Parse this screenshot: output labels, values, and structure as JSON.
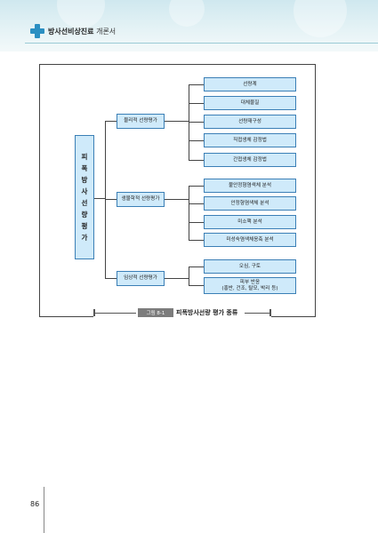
{
  "header": {
    "title_main": "방사선비상진료",
    "title_sub": "개론서"
  },
  "figure": {
    "root_chars": [
      "피",
      "폭",
      "방",
      "사",
      "선",
      "량",
      "평",
      "가"
    ],
    "categories": [
      {
        "label": "물리적 선량평가",
        "leaves": [
          "선량계",
          "대체물질",
          "선량재구성",
          "직접생체 감정법",
          "간접생체 감정법"
        ]
      },
      {
        "label": "생물학적 선량평가",
        "leaves": [
          "불안정형염색체 분석",
          "안정형염색체 분석",
          "미소핵 분석",
          "미성숙염색체응축 분석"
        ]
      },
      {
        "label": "임상적 선량평가",
        "leaves": [
          "오심, 구토",
          "피부 반응\n(홍반, 건조, 탈모, 박리 등)"
        ]
      }
    ],
    "caption_tag": "그림 8-1",
    "caption_text": "피폭방사선량 평가 종류"
  },
  "page_number": "86",
  "colors": {
    "box_fill": "#cfeafa",
    "box_border": "#3b7fb6",
    "brand": "#2b8fc2"
  }
}
